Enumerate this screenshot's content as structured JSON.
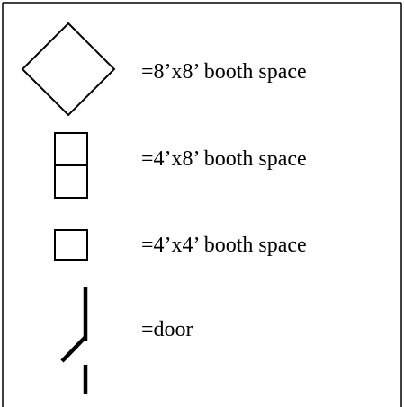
{
  "legend": {
    "items": [
      {
        "symbol": "diamond-8x8-icon",
        "label": "=8’x8’ booth space"
      },
      {
        "symbol": "stacked-squares-4x8-icon",
        "label": "=4’x8’ booth space"
      },
      {
        "symbol": "square-4x4-icon",
        "label": "=4’x4’ booth space"
      },
      {
        "symbol": "door-icon",
        "label": "=door"
      }
    ]
  }
}
